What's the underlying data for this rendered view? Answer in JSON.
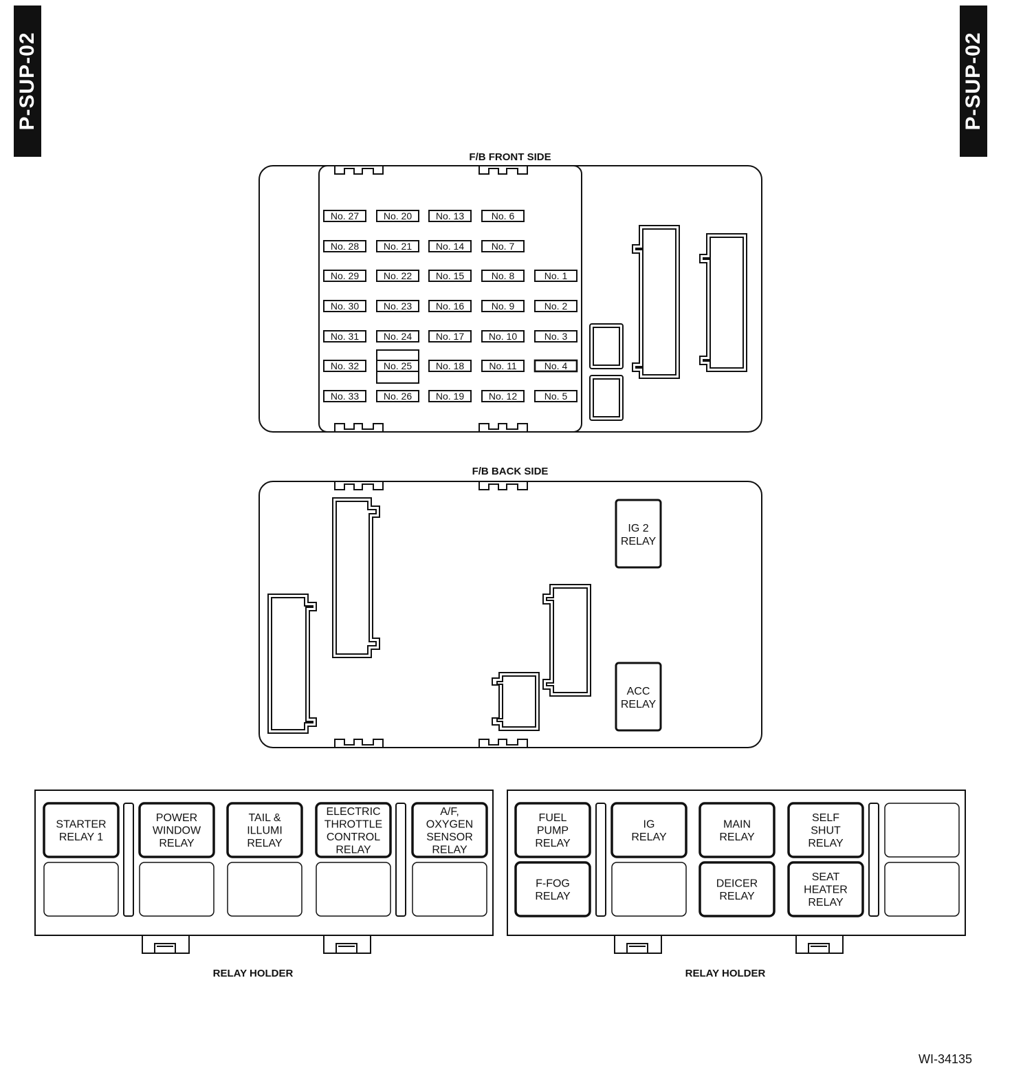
{
  "page_code": "P-SUP-02",
  "figure_id": "WI-34135",
  "front": {
    "title": "F/B FRONT SIDE",
    "fuses": [
      [
        "No. 27",
        "No. 20",
        "No. 13",
        "No. 6",
        ""
      ],
      [
        "No. 28",
        "No. 21",
        "No. 14",
        "No. 7",
        ""
      ],
      [
        "No. 29",
        "No. 22",
        "No. 15",
        "No. 8",
        "No. 1"
      ],
      [
        "No. 30",
        "No. 23",
        "No. 16",
        "No. 9",
        "No. 2"
      ],
      [
        "No. 31",
        "No. 24",
        "No. 17",
        "No. 10",
        "No. 3"
      ],
      [
        "No. 32",
        "No. 25",
        "No. 18",
        "No. 11",
        "No. 4"
      ],
      [
        "No. 33",
        "No. 26",
        "No. 19",
        "No. 12",
        "No. 5"
      ]
    ]
  },
  "back": {
    "title": "F/B BACK SIDE",
    "relays": [
      [
        "IG 2",
        "RELAY"
      ],
      [
        "ACC",
        "RELAY"
      ]
    ]
  },
  "holder_left": {
    "title": "RELAY HOLDER",
    "relays": [
      [
        "STARTER",
        "RELAY 1"
      ],
      [
        "POWER",
        "WINDOW",
        "RELAY"
      ],
      [
        "TAIL &",
        "ILLUMI",
        "RELAY"
      ],
      [
        "ELECTRIC",
        "THROTTLE",
        "CONTROL",
        "RELAY"
      ],
      [
        "A/F,",
        "OXYGEN",
        "SENSOR",
        "RELAY"
      ]
    ]
  },
  "holder_right": {
    "title": "RELAY HOLDER",
    "top_relays": [
      [
        "FUEL",
        "PUMP",
        "RELAY"
      ],
      [
        "IG",
        "RELAY"
      ],
      [
        "MAIN",
        "RELAY"
      ],
      [
        "SELF",
        "SHUT",
        "RELAY"
      ]
    ],
    "bottom_relays": [
      [
        "F-FOG",
        "RELAY"
      ],
      [],
      [
        "DEICER",
        "RELAY"
      ],
      [
        "SEAT",
        "HEATER",
        "RELAY"
      ]
    ]
  }
}
